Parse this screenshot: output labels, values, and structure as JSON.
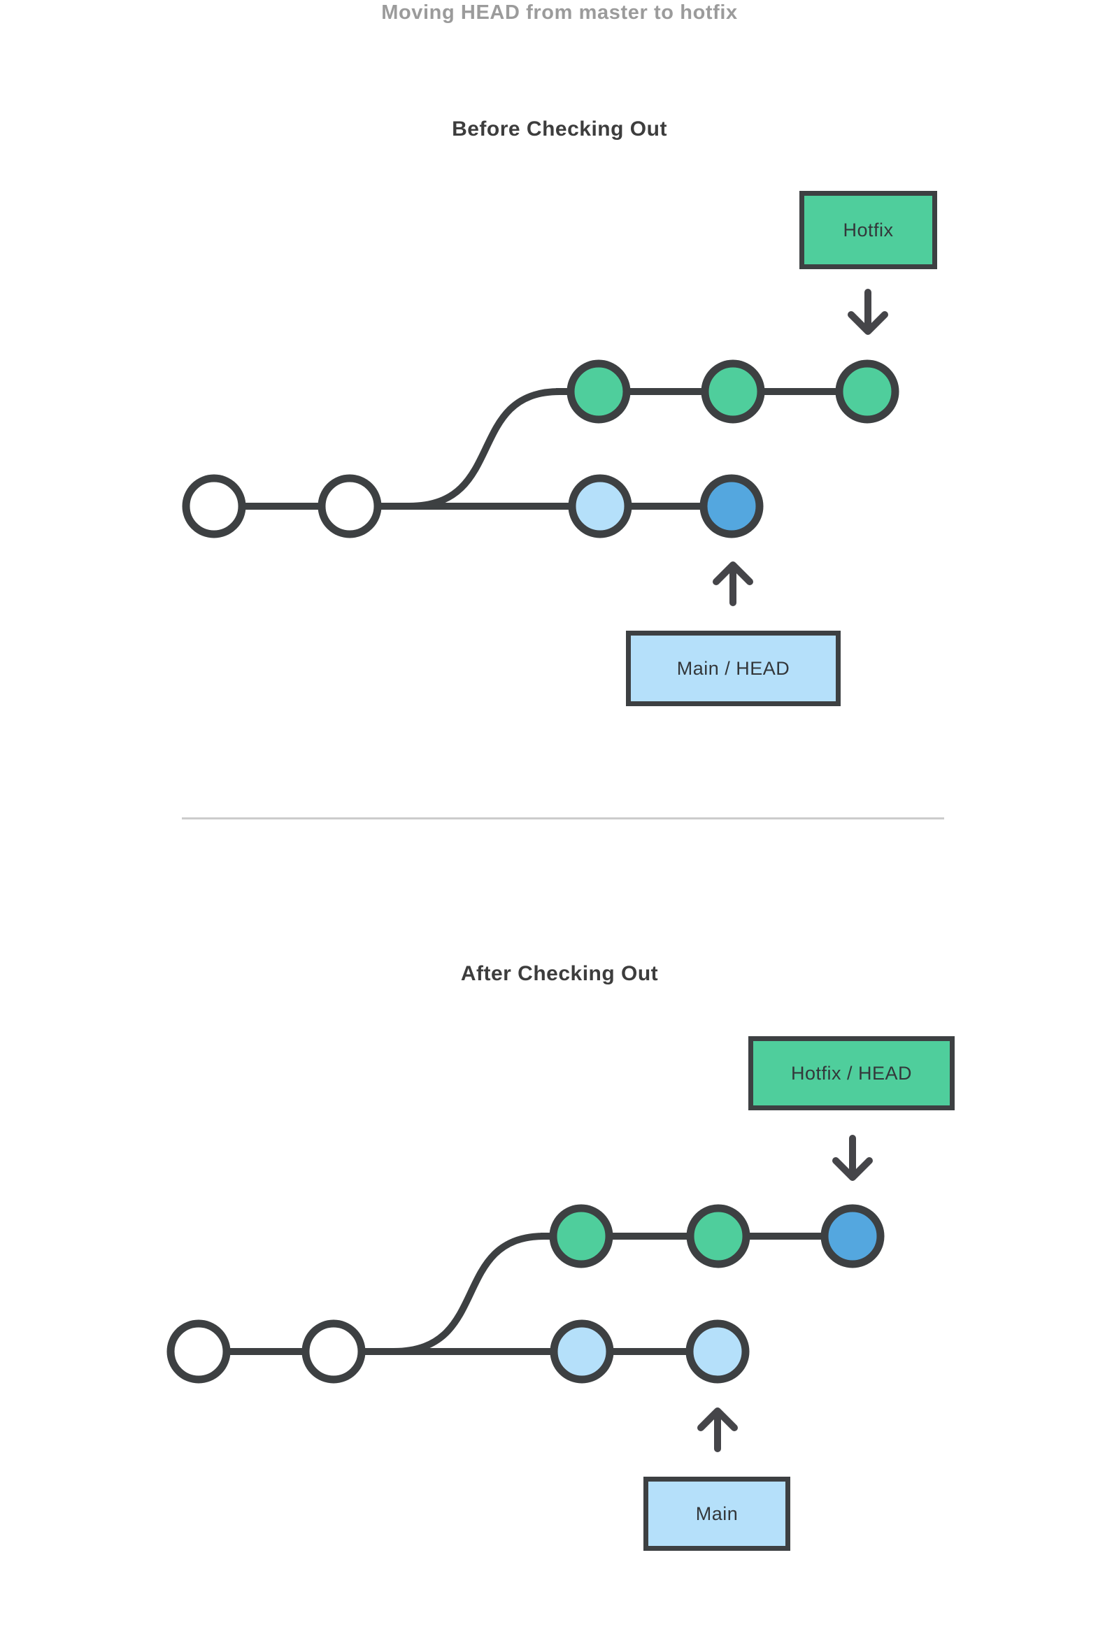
{
  "page_title": "Moving HEAD from master to hotfix",
  "colors": {
    "green": "#4fce9c",
    "light_blue": "#b5e0fa",
    "blue": "#54a7df",
    "white": "#ffffff",
    "dark": "#3d4042",
    "title_gray": "#9b9b9b",
    "divider_gray": "#cccccc"
  },
  "sections": {
    "before": {
      "heading": "Before Checking Out",
      "hotfix_label": "Hotfix",
      "main_label": "Main / HEAD",
      "hotfix_commit_colors": [
        "green",
        "green",
        "green"
      ],
      "main_commit_colors": [
        "white",
        "white",
        "light_blue",
        "blue"
      ]
    },
    "after": {
      "heading": "After Checking Out",
      "hotfix_label": "Hotfix / HEAD",
      "main_label": "Main",
      "hotfix_commit_colors": [
        "green",
        "green",
        "blue"
      ],
      "main_commit_colors": [
        "white",
        "white",
        "light_blue",
        "light_blue"
      ]
    }
  }
}
